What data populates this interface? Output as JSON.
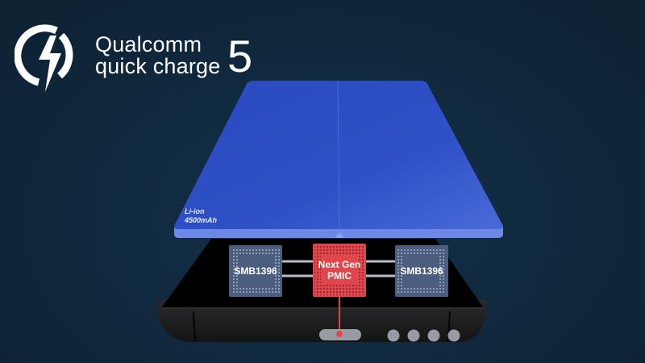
{
  "logo": {
    "brand": "Qualcomm",
    "product": "quick charge",
    "version": "5",
    "icon": "lightning-bolt-circle-icon"
  },
  "battery": {
    "type": "Li-ion",
    "capacity": "4500mAh",
    "color": "#2f4fc4"
  },
  "chips": {
    "left": {
      "label": "SMB1396",
      "color": "#4b5e80"
    },
    "center": {
      "line1": "Next Gen",
      "line2": "PMIC",
      "color": "#e0474c"
    },
    "right": {
      "label": "SMB1396",
      "color": "#4b5e80"
    }
  },
  "phone": {
    "port": "usb-c-port",
    "speaker_holes": 4
  },
  "colors": {
    "background": "#102940",
    "phone_body": "#1a1a1a",
    "trace": "#e0474c",
    "connector": "#9a9aa2"
  }
}
